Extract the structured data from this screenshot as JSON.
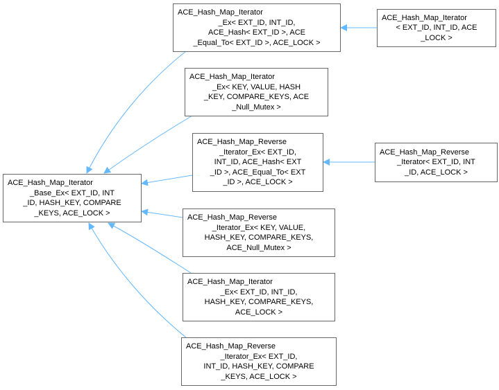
{
  "colors": {
    "edge": "#63b8ff",
    "border": "#666666"
  },
  "nodes": {
    "base": {
      "lines": [
        "ACE_Hash_Map_Iterator",
        "_Base_Ex< EXT_ID, INT",
        "_ID, HASH_KEY, COMPARE",
        "_KEYS, ACE_LOCK >"
      ]
    },
    "n1": {
      "lines": [
        "ACE_Hash_Map_Iterator",
        "_Ex< EXT_ID, INT_ID,",
        "ACE_Hash< EXT_ID >, ACE",
        "_Equal_To< EXT_ID >, ACE_LOCK >"
      ]
    },
    "n2": {
      "lines": [
        "ACE_Hash_Map_Iterator",
        "_Ex< KEY, VALUE, HASH",
        "_KEY, COMPARE_KEYS, ACE",
        "_Null_Mutex >"
      ]
    },
    "n3": {
      "lines": [
        "ACE_Hash_Map_Reverse",
        "_Iterator_Ex< EXT_ID,",
        "INT_ID, ACE_Hash< EXT",
        "_ID >, ACE_Equal_To< EXT",
        "_ID >, ACE_LOCK >"
      ]
    },
    "n4": {
      "lines": [
        "ACE_Hash_Map_Reverse",
        "_Iterator_Ex< KEY, VALUE,",
        "HASH_KEY, COMPARE_KEYS,",
        "ACE_Null_Mutex >"
      ]
    },
    "n5": {
      "lines": [
        "ACE_Hash_Map_Iterator",
        "_Ex< EXT_ID, INT_ID,",
        "HASH_KEY, COMPARE_KEYS,",
        "ACE_LOCK >"
      ]
    },
    "n6": {
      "lines": [
        "ACE_Hash_Map_Reverse",
        "_Iterator_Ex< EXT_ID,",
        "INT_ID, HASH_KEY, COMPARE",
        "_KEYS, ACE_LOCK >"
      ]
    },
    "r1": {
      "lines": [
        "ACE_Hash_Map_Iterator",
        "< EXT_ID, INT_ID, ACE",
        "_LOCK >"
      ]
    },
    "r2": {
      "lines": [
        "ACE_Hash_Map_Reverse",
        "_Iterator< EXT_ID, INT",
        "_ID, ACE_LOCK >"
      ]
    }
  }
}
